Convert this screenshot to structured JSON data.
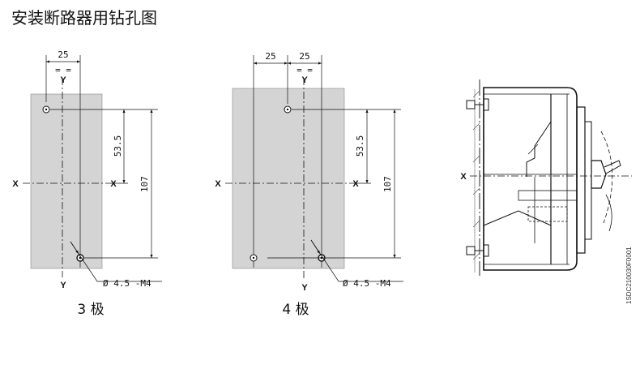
{
  "title": "安装断路器用钻孔图",
  "colors": {
    "panel": "#d4d4d4",
    "line": "#111111"
  },
  "dims": {
    "pole_spacing": "25",
    "equal_mark": "= =",
    "offset": "53.5",
    "height": "107",
    "hole": "Ø 4.5 -M4"
  },
  "axes": {
    "x": "X",
    "y": "Y"
  },
  "captions": {
    "three_pole": "3 极",
    "four_pole": "4 极"
  },
  "drawing_code": "1SDC210030F0001"
}
